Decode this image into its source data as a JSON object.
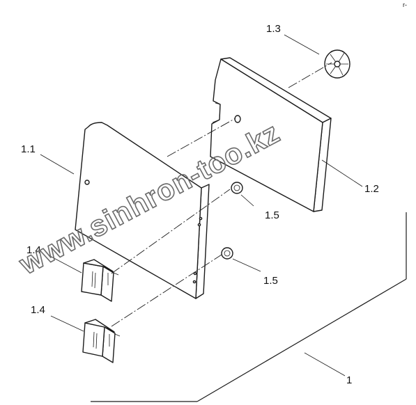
{
  "labels": {
    "assembly": "1",
    "panel_1_1": "1.1",
    "cover_1_2": "1.2",
    "clip_1_3": "1.3",
    "hinge_top": "1.4",
    "hinge_bottom": "1.4",
    "nut_upper": "1.5",
    "nut_lower": "1.5"
  },
  "watermark": "www.sinhron-too.kz",
  "corner_mark": "r-"
}
